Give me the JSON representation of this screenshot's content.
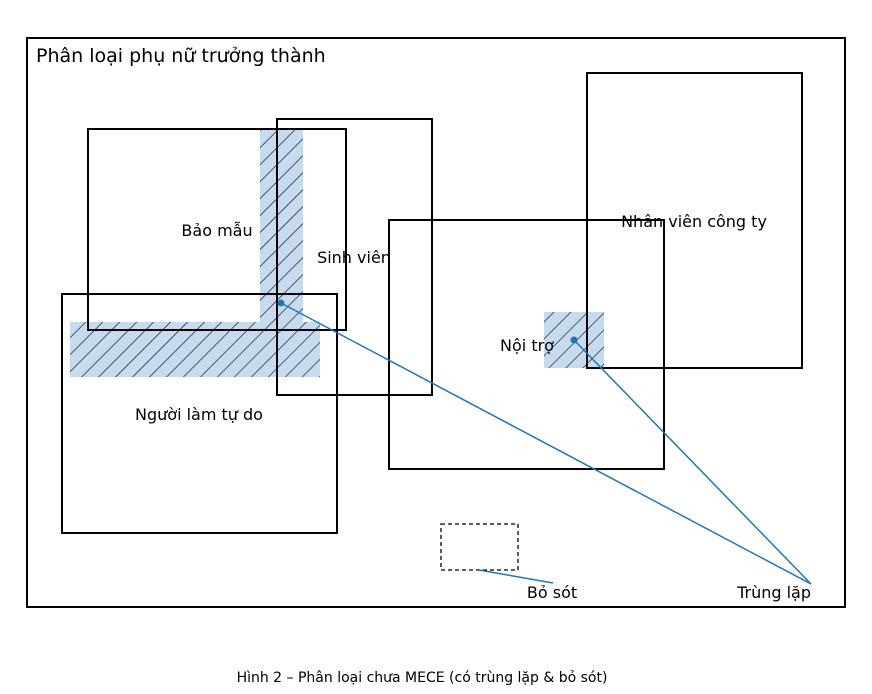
{
  "diagram": {
    "title": "Phân loại phụ nữ trưởng thành",
    "caption": "Hình 2 – Phân loại chưa MECE (có trùng lặp & bỏ sót)",
    "categories": [
      {
        "id": "bao-mau",
        "label": "Bảo mẫu"
      },
      {
        "id": "sinh-vien",
        "label": "Sinh viên"
      },
      {
        "id": "nguoi-lam-tu-do",
        "label": "Người làm tự do"
      },
      {
        "id": "noi-tro",
        "label": "Nội trợ"
      },
      {
        "id": "nhan-vien-cong-ty",
        "label": "Nhân viên công ty"
      }
    ],
    "annotations": {
      "overlap_label": "Trùng lặp",
      "gap_label": "Bỏ sót"
    },
    "colors": {
      "outline": "#000000",
      "overlap_fill": "#c6dbef",
      "leader_line": "#1f77b4"
    }
  }
}
